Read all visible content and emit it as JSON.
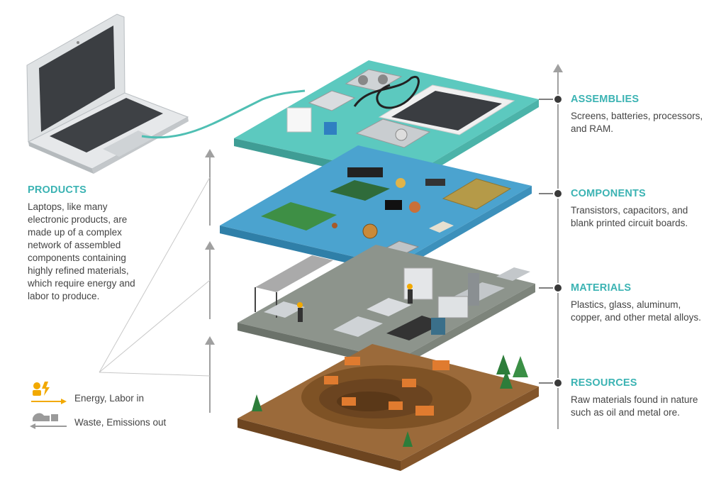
{
  "products": {
    "heading": "PRODUCTS",
    "description": "Laptops, like many electronic products, are made up of a complex network of assembled components containing highly refined materials, which require energy and labor to produce."
  },
  "layers": [
    {
      "heading": "ASSEMBLIES",
      "description": "Screens, batteries, processors, and RAM."
    },
    {
      "heading": "COMPONENTS",
      "description": "Transistors, capacitors, and blank printed circuit boards."
    },
    {
      "heading": "MATERIALS",
      "description": "Plastics, glass, aluminum, copper, and other metal alloys."
    },
    {
      "heading": "RESOURCES",
      "description": "Raw materials found in nature such as oil and metal ore."
    }
  ],
  "legend": {
    "energy_labor": "Energy, Labor in",
    "waste_emissions": "Waste, Emissions out"
  },
  "colors": {
    "accent": "#3bb3b3",
    "arrow_gray": "#a0a0a0",
    "energy_orange": "#f2a900",
    "assembly_plate": "#5cc9bf",
    "component_plate": "#4ba3cf",
    "material_plate": "#8d948c",
    "soil": "#9b6a3a"
  }
}
